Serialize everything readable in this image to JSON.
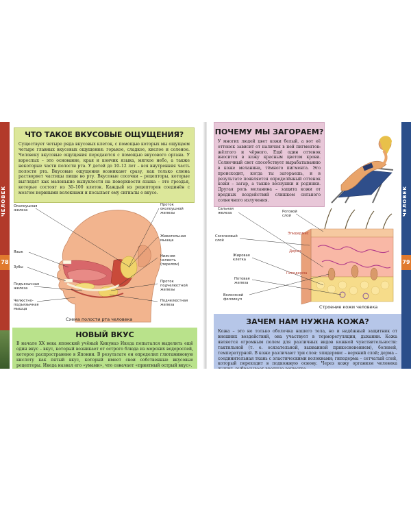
{
  "left_page": {
    "page_number": "78",
    "section_tab": "ЧЕЛОВЕК",
    "taste": {
      "title": "ЧТО ТАКОЕ ВКУСОВЫЕ ОЩУЩЕНИЯ?",
      "text": "Существует четыре ряда вкусовых клеток, с помощью которых мы ощущаем четыре главных вкусовых ощущения: горькое, сладкое, кислое и соленое. Человеку вкусовые ощущения передаются с помощью вкусового органа. У взрослых – это основание, края и кончик языка, мягкое небо, а также некоторые части полости рта. У детей до 10–12 лет – вся внутренняя часть полости рта. Вкусовые ощущения возникают сразу, как только слюна растворяет частицы пищи во рту. Вкусовые сосочки – рецепторы, которые выглядят как маленькие выпуклости на поверхности языка – это гроздья, которые состоят из 30–100 клеток. Каждый из рецепторов соединён с мозгом нервными волокнами и посылает ему сигналы о вкусе."
    },
    "diagram": {
      "caption": "Схема полости рта человека",
      "labels_left": [
        "Околоушная железа",
        "Язык",
        "Зубы",
        "Подъязычная железа",
        "Челюстно-подъязычная мышца"
      ],
      "labels_right": [
        "Проток околоушной железы",
        "Жевательная мышца",
        "Нижняя челюсть (перелом)",
        "Проток подчелюстной железы",
        "Подчелюстная железа"
      ]
    },
    "new_taste": {
      "title": "НОВЫЙ ВКУС",
      "text": "В начале XX века японский учёный Кикунаэ Икеда попытался выделить ещё один вкус – вкус, который возникает от острого блюда из морских водорослей, которое распространено в Японии. В результате он определил глютаминовую кислоту как пятый вкус, который имеет свои собственные вкусовые рецепторы. Икеда назвал его «умами», что означает «приятный острый вкус»."
    }
  },
  "right_page": {
    "page_number": "79",
    "section_tab": "ЧЕЛОВЕК",
    "tan": {
      "title": "ПОЧЕМУ МЫ ЗАГОРАЕМ?",
      "text": "У многих людей цвет кожи белый, а вот её оттенок зависит от наличия в ней пигментов: жёлтого и чёрного. Ещё один оттенок вносится в кожу красным цветом крови. Солнечный свет способствует вырабатыванию в коже меланина, тёмного пигмента. Это происходит, когда ты загораешь, и в результате появляется определённый оттенок кожи – загар, а также веснушки и родинки. Другая роль меланина – защита кожи от вредных воздействий слишком сильного солнечного излучения."
    },
    "skin_diagram": {
      "caption": "Строение кожи человека",
      "labels_left": [
        "Сальная железа",
        "Сосочковый слой",
        "Жировая клетка",
        "Потовая железа",
        "Волосяной фолликул"
      ],
      "labels_top": [
        "Роговой слой"
      ],
      "layer_labels": [
        "Эпидермис",
        "Дерма",
        "Гиподерма"
      ]
    },
    "skin": {
      "title": "ЗАЧЕМ НАМ НУЖНА КОЖА?",
      "text": "Кожа – это не только оболочка нашего тела, но и надёжный защитник от внешних воздействий, она участвует в терморегуляции, дыхании. Кожа является огромным полем для различных видов кожной чувствительности: тактильной (т. е. осязательной, вызванной прикосновением), болевой, температурной. В коже различают три слоя: эпидермис – верхний слой; дерма – соединительная ткань с эластическими волокнами; гиподерма – сетчатый слой, который переходит в подкожную основу. Через кожу организм человека дышит, выбрасывает вредные вещества"
    }
  },
  "colors": {
    "taste_box": "#dce79a",
    "new_taste_box": "#b9e28b",
    "tan_box": "#e8c7d8",
    "skin_box": "#b6c6e8",
    "left_edge": "#b23a2a",
    "right_edge": "#2a4e8a",
    "tab": "#e07a2e"
  }
}
